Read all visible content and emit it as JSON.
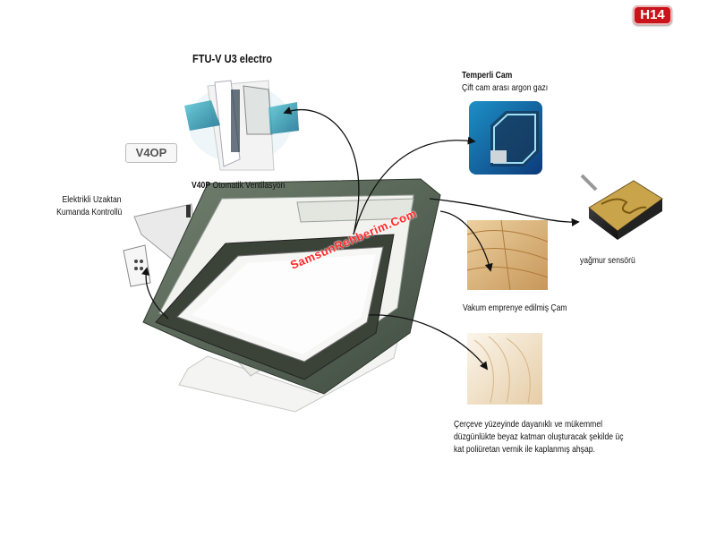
{
  "badge": "H14",
  "title": "FTU-V U3 electro",
  "v40p_logo_text": "V4OP",
  "labels": {
    "ventilation_bold": "V40P",
    "ventilation_rest": " Otomatik Ventilasyon",
    "remote_line1": "Elektrikli Uzaktan",
    "remote_line2": "Kumanda Kontrollü",
    "glass_title": "Temperli Cam",
    "glass_sub": "Çift cam arası argon gazı",
    "rain_sensor": "yağmur sensörü",
    "vacuum": "Vakum emprenye edilmiş Çam",
    "coating_line1": "Çerçeve yüzeyinde dayanıklı ve mükemmel",
    "coating_line2": "düzgünlükte beyaz katman oluşturacak şekilde üç",
    "coating_line3": "kat poliüretan vernik ile kaplanmış ahşap."
  },
  "watermark": "SamsunRehberim.Com",
  "colors": {
    "badge": "#c8141a",
    "frame_green": "#5b6b5d",
    "sash_dark": "#3b4339",
    "window_white": "#f4f5f2",
    "glass_teal": "#1fa3b8",
    "glass_blue": "#1a4d8c",
    "wood": "#d9b57d",
    "watermark": "#ff2a2a"
  }
}
